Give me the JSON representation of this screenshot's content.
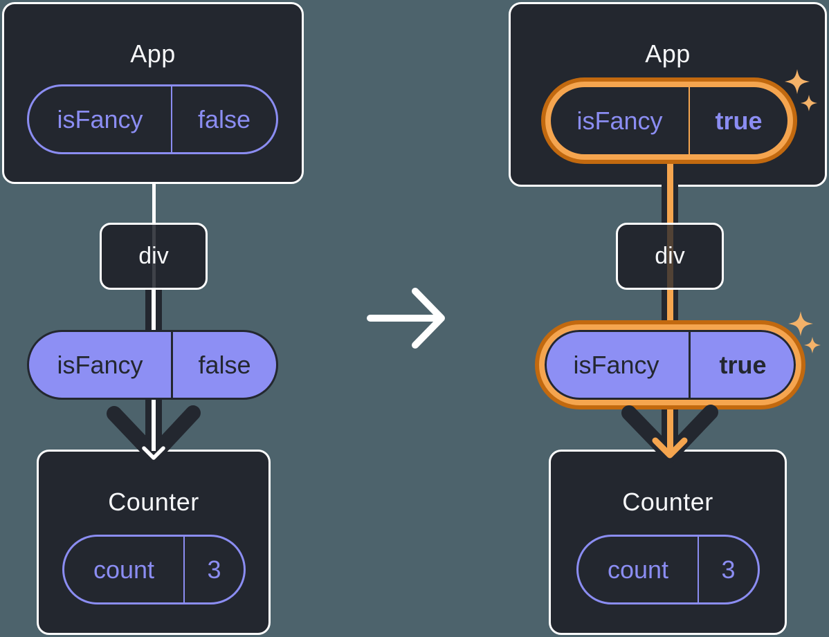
{
  "colors": {
    "background": "#4d636c",
    "panel": "#23272f",
    "purple": "#8b8df2",
    "purple-fill": "#8d8ff4",
    "orange-dark": "#c2690f",
    "orange-light": "#f5a54f",
    "sparkle": "#f4b269",
    "light-text": "#f6f7f9",
    "white": "#ffffff"
  },
  "before": {
    "app": {
      "title": "App",
      "prop": {
        "name": "isFancy",
        "value": "false"
      }
    },
    "div_node": {
      "label": "div"
    },
    "passed_prop": {
      "name": "isFancy",
      "value": "false"
    },
    "counter": {
      "title": "Counter",
      "state": {
        "name": "count",
        "value": "3"
      }
    }
  },
  "after": {
    "app": {
      "title": "App",
      "prop": {
        "name": "isFancy",
        "value": "true"
      }
    },
    "div_node": {
      "label": "div"
    },
    "passed_prop": {
      "name": "isFancy",
      "value": "true"
    },
    "counter": {
      "title": "Counter",
      "state": {
        "name": "count",
        "value": "3"
      }
    }
  }
}
